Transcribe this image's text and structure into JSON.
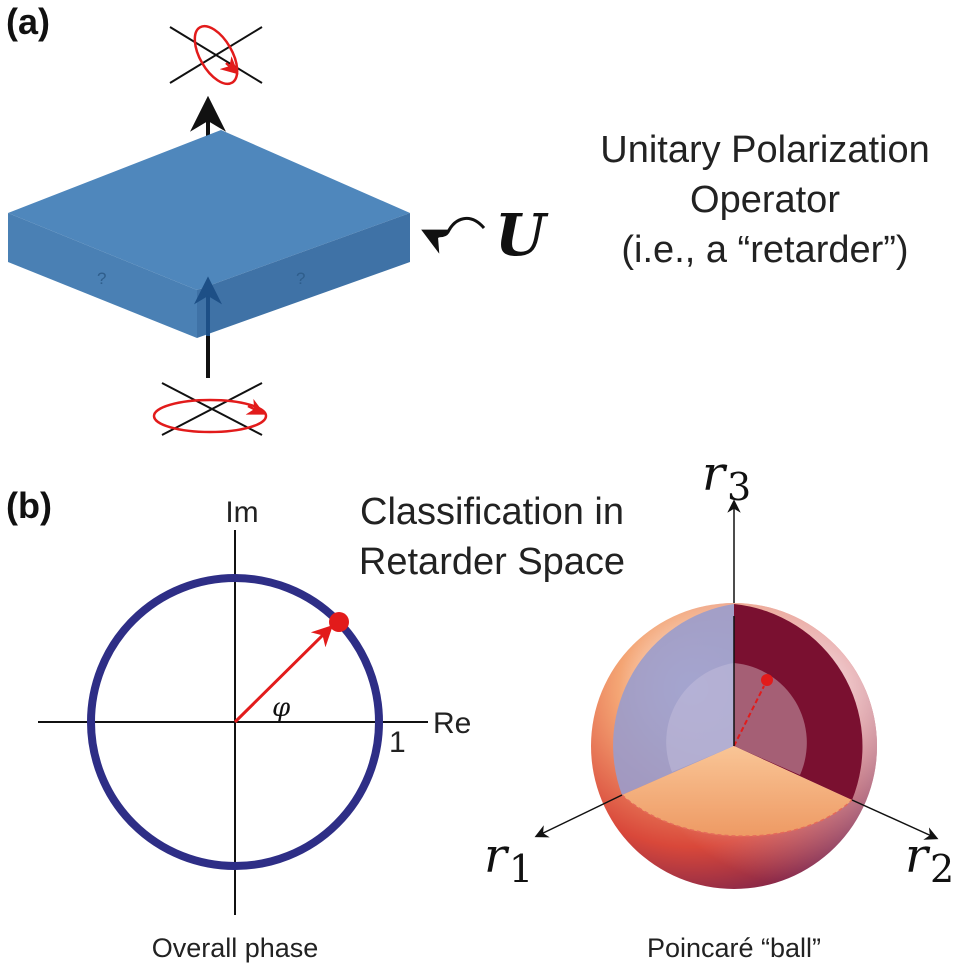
{
  "panel_a": {
    "label": "(a)",
    "operator_symbol": "U",
    "slab_face_marks": [
      "?",
      "?"
    ],
    "caption_lines": [
      "Unitary Polarization",
      "Operator",
      "(i.e., a “retarder”)"
    ]
  },
  "panel_b": {
    "label": "(b)",
    "title_lines": [
      "Classification in",
      "Retarder Space"
    ],
    "phase_plot": {
      "axis_im": "Im",
      "axis_re": "Re",
      "unit_tick": "1",
      "angle_symbol": "φ",
      "caption": "Overall phase"
    },
    "ball_plot": {
      "axis_r3_base": "r",
      "axis_r3_sub": "3",
      "axis_r1_base": "r",
      "axis_r1_sub": "1",
      "axis_r2_base": "r",
      "axis_r2_sub": "2",
      "caption": "Poincaré “ball”"
    }
  },
  "colors": {
    "slab_top": "#4f87bc",
    "slab_front": "#4a80b4",
    "slab_side": "#3f72a6",
    "circle": "#2e2e86",
    "red": "#e21b1b",
    "ball_warm": "#e8643a",
    "ball_cut_dark": "#7a1030",
    "ball_cut_light": "#9a9ccc",
    "ball_floor": "#f3b27c"
  }
}
